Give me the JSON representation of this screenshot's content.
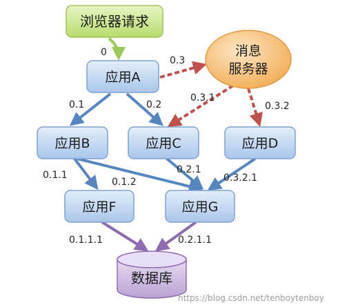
{
  "nodes": {
    "browser_request": "浏览器请求",
    "app_a": "应用A",
    "app_b": "应用B",
    "app_c": "应用C",
    "app_d": "应用D",
    "app_f": "应用F",
    "app_g": "应用G",
    "mq_line1": "消息",
    "mq_line2": "服务器",
    "database": "数据库"
  },
  "edges": {
    "browser_to_a": "0",
    "a_to_mq": "0.3",
    "a_to_b": "0.1",
    "a_to_c": "0.2",
    "mq_to_c": "0.3.1",
    "mq_to_d": "0.3.2",
    "b_to_f": "0.1.1",
    "b_to_g": "0.1.2",
    "c_to_g": "0.2.1",
    "d_to_g": "0.3.2.1",
    "f_to_db": "0.1.1.1",
    "g_to_db": "0.2.1.1"
  },
  "watermark": "https://blog.csdn.net/tenboytenboy",
  "colors": {
    "green_node": "#cdea8e",
    "blue_node": "#c4d8f0",
    "orange_node": "#f7c274",
    "purple_node": "#c9b6dd",
    "blue_arrow": "#5686c0",
    "green_arrow": "#9bc95a",
    "red_arrow": "#c0504d",
    "purple_arrow": "#8e6bb0"
  }
}
